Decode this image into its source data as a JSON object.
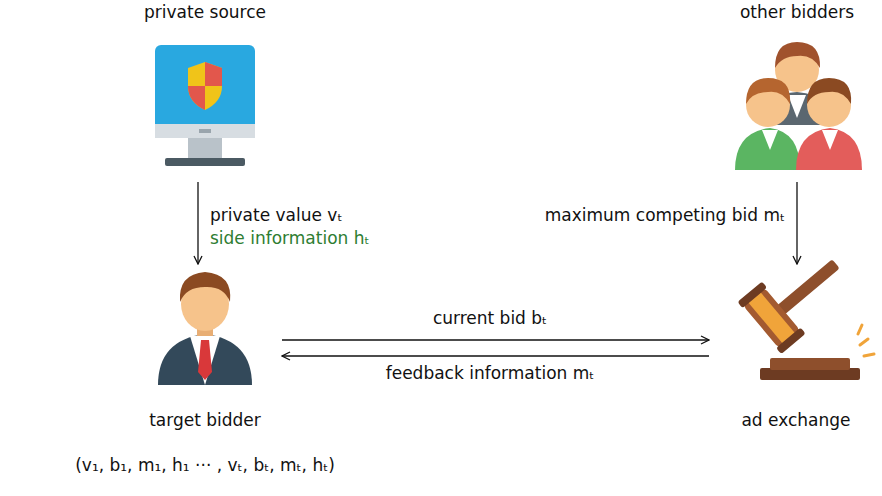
{
  "diagram": {
    "nodes": [
      {
        "text": [
          "private source"
        ]
      },
      {
        "text": [
          "other bidders"
        ]
      },
      {
        "text": [
          "target bidder"
        ]
      },
      {
        "text": [
          "ad exchange"
        ]
      }
    ],
    "edges": [
      {
        "from": 0,
        "to": 2,
        "arrow": "to",
        "label": "private value vₜ"
      },
      {
        "from": 1,
        "to": 3,
        "arrow": "to",
        "label": "maximum competing bid mₜ"
      },
      {
        "from": 2,
        "to": 3,
        "arrow": "to",
        "label": "current bid bₜ"
      },
      {
        "from": 3,
        "to": 2,
        "arrow": "to",
        "label": "feedback information mₜ"
      }
    ],
    "labels": [
      "side information hₜ",
      "(v₁, b₁, m₁, h₁ ··· , vₜ, bₜ, mₜ, hₜ)"
    ]
  }
}
